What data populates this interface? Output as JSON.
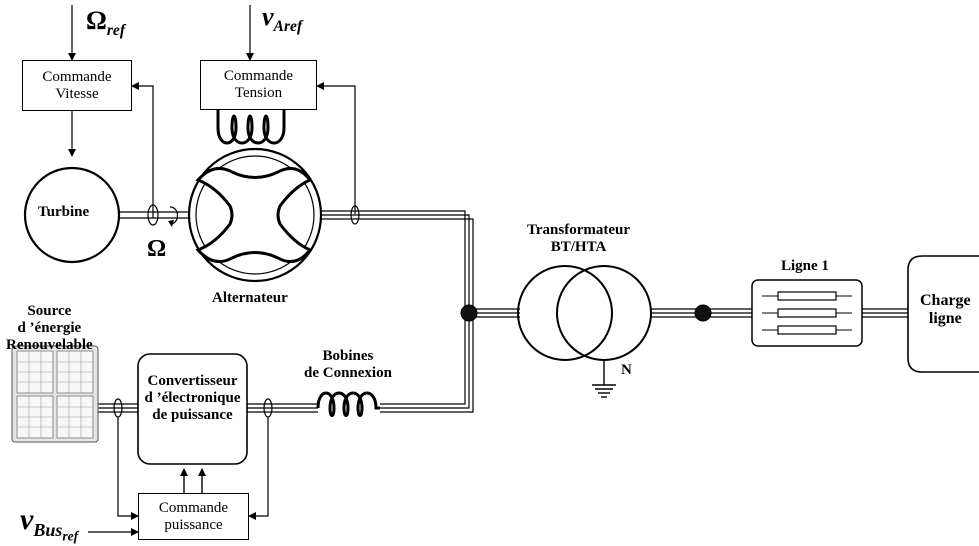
{
  "diagram": {
    "references": {
      "omega_ref_main": "Ω",
      "omega_ref_sub": "ref",
      "v_aref_main": "v",
      "v_aref_sub": "Aref",
      "v_bus_main": "v",
      "v_bus_sub": "Bus",
      "v_bus_subsub": "ref"
    },
    "blocks": {
      "commande_vitesse": [
        "Commande",
        "Vitesse"
      ],
      "commande_tension": [
        "Commande",
        "Tension"
      ],
      "turbine": "Turbine",
      "alternateur": "Alternateur",
      "omega": "Ω",
      "transformateur": [
        "Transformateur",
        "BT/HTA"
      ],
      "neutre": "N",
      "ligne": "Ligne 1",
      "charge": [
        "Charge",
        "ligne"
      ],
      "source": [
        "Source",
        "d ’énergie",
        "Renouvelable"
      ],
      "convertisseur": [
        "Convertisseur",
        "d ’électronique",
        "de puissance"
      ],
      "bobines": [
        "Bobines",
        "de Connexion"
      ],
      "commande_puissance": [
        "Commande",
        "puissance"
      ]
    }
  }
}
